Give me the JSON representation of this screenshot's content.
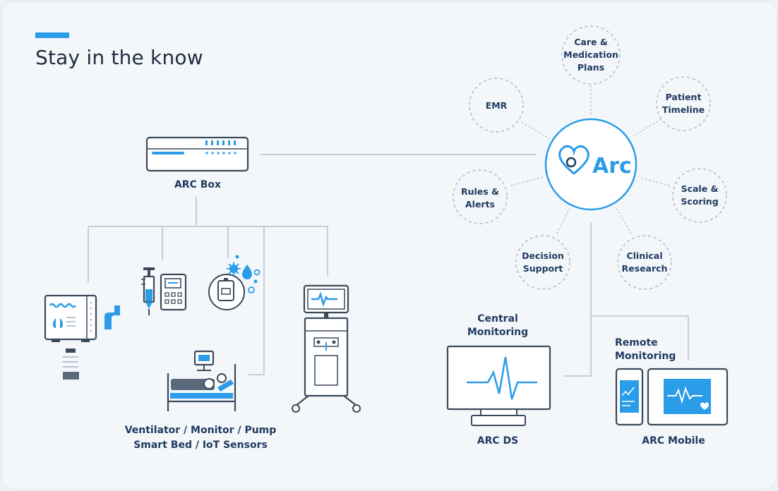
{
  "title": "Stay in the know",
  "arc_box": {
    "label": "ARC Box"
  },
  "hub": {
    "label": "Arc"
  },
  "nodes": {
    "care": [
      "Care &",
      "Medication",
      "Plans"
    ],
    "emr": [
      "EMR"
    ],
    "patient": [
      "Patient",
      "Timeline"
    ],
    "rules": [
      "Rules &",
      "Alerts"
    ],
    "scale": [
      "Scale &",
      "Scoring"
    ],
    "decision": [
      "Decision",
      "Support"
    ],
    "clinical": [
      "Clinical",
      "Research"
    ]
  },
  "devices": {
    "line1": "Ventilator / Monitor / Pump",
    "line2": "Smart Bed / IoT Sensors"
  },
  "central": {
    "title1": "Central",
    "title2": "Monitoring",
    "label": "ARC DS"
  },
  "remote": {
    "title1": "Remote",
    "title2": "Monitoring",
    "label": "ARC Mobile"
  },
  "colors": {
    "accent": "#2b9ce8",
    "ink": "#1e3a5f",
    "line": "#b8c3d0",
    "device": "#3b4a5a"
  }
}
